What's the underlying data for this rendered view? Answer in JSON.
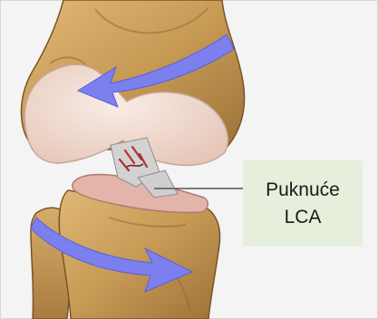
{
  "illustration": {
    "subject": "knee-joint",
    "colors": {
      "bone": "#c79a55",
      "bone_shadow": "#8a6430",
      "cartilage": "#f0d9cf",
      "meniscus": "#d9a59c",
      "ligament": "#c9c9c9",
      "tear": "#b03030",
      "arrow": "#7b80ee",
      "callout_bg": "#e6efdb",
      "leader_line": "#555555"
    },
    "icons": [
      "arrow-curved-left-icon",
      "arrow-curved-right-icon"
    ]
  },
  "callout": {
    "line1": "Puknuće",
    "line2": "LCA"
  }
}
